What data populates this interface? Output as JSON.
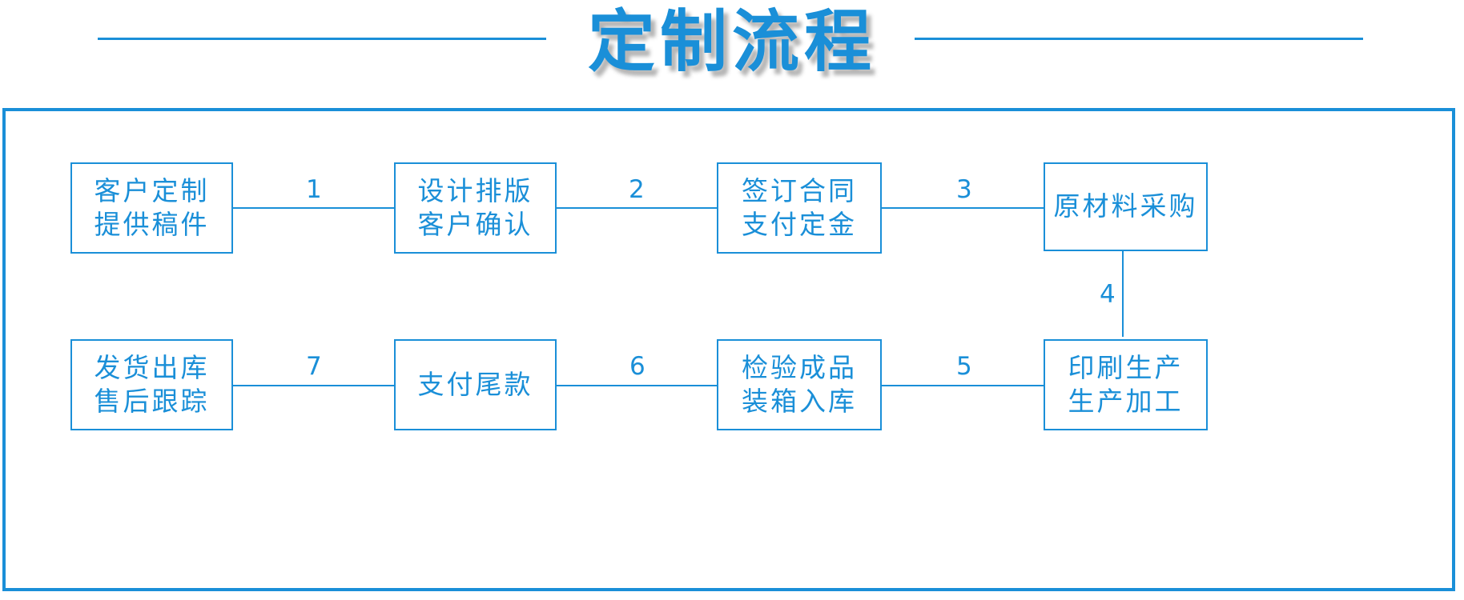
{
  "page": {
    "title": "定制流程",
    "accent_color": "#1a8fd8",
    "background_color": "#ffffff"
  },
  "header": {
    "title": "定制流程",
    "rule_left": "horizontal-rule",
    "rule_right": "horizontal-rule"
  },
  "flow": {
    "nodes": [
      {
        "id": "n1",
        "lines": [
          "客户定制",
          "提供稿件"
        ]
      },
      {
        "id": "n2",
        "lines": [
          "设计排版",
          "客户确认"
        ]
      },
      {
        "id": "n3",
        "lines": [
          "签订合同",
          "支付定金"
        ]
      },
      {
        "id": "n4",
        "lines": [
          "原材料采购"
        ]
      },
      {
        "id": "n5",
        "lines": [
          "印刷生产",
          "生产加工"
        ]
      },
      {
        "id": "n6",
        "lines": [
          "检验成品",
          "装箱入库"
        ]
      },
      {
        "id": "n7",
        "lines": [
          "支付尾款"
        ]
      },
      {
        "id": "n8",
        "lines": [
          "发货出库",
          "售后跟踪"
        ]
      }
    ],
    "connectors": [
      {
        "id": "c1",
        "label": "1",
        "from": "n1",
        "to": "n2",
        "orientation": "horizontal"
      },
      {
        "id": "c2",
        "label": "2",
        "from": "n2",
        "to": "n3",
        "orientation": "horizontal"
      },
      {
        "id": "c3",
        "label": "3",
        "from": "n3",
        "to": "n4",
        "orientation": "horizontal"
      },
      {
        "id": "c4",
        "label": "4",
        "from": "n4",
        "to": "n5",
        "orientation": "vertical"
      },
      {
        "id": "c5",
        "label": "5",
        "from": "n5",
        "to": "n6",
        "orientation": "horizontal"
      },
      {
        "id": "c6",
        "label": "6",
        "from": "n6",
        "to": "n7",
        "orientation": "horizontal"
      },
      {
        "id": "c7",
        "label": "7",
        "from": "n7",
        "to": "n8",
        "orientation": "horizontal"
      }
    ]
  }
}
